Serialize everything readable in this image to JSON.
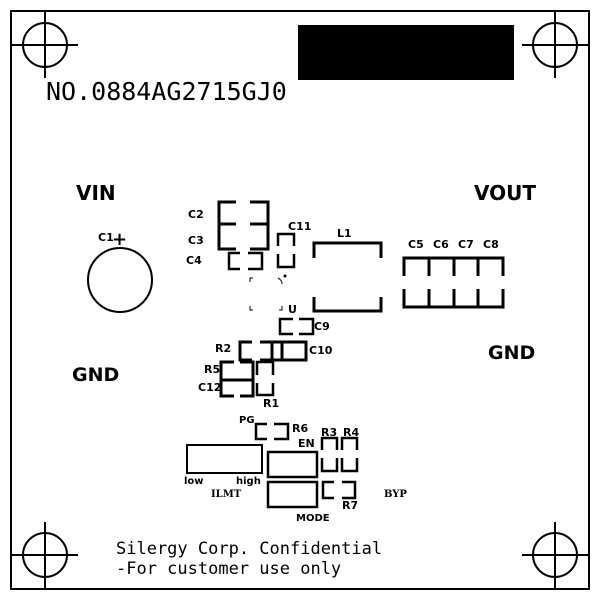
{
  "board": {
    "serial": "NO.0884AG2715GJ0",
    "footer_line1": "Silergy Corp. Confidential",
    "footer_line2": "-For customer use only",
    "colors": {
      "background": "#ffffff",
      "ink": "#000000"
    }
  },
  "terminals": {
    "vin": "VIN",
    "vout": "VOUT",
    "gnd_left": "GND",
    "gnd_right": "GND",
    "byp": "BYP"
  },
  "components": {
    "c1": "C1",
    "c1_polarity": "+",
    "c2": "C2",
    "c3": "C3",
    "c4": "C4",
    "c11": "C11",
    "l1": "L1",
    "u": "U",
    "c5": "C5",
    "c6": "C6",
    "c7": "C7",
    "c8": "C8",
    "c9": "C9",
    "r2": "R2",
    "c10": "C10",
    "r5": "R5",
    "c12": "C12",
    "r1": "R1",
    "pg": "PG",
    "r6": "R6",
    "en": "EN",
    "r3": "R3",
    "r4": "R4",
    "low": "low",
    "high": "high",
    "ilmt": "ILMT",
    "mode": "MODE",
    "r7": "R7"
  }
}
